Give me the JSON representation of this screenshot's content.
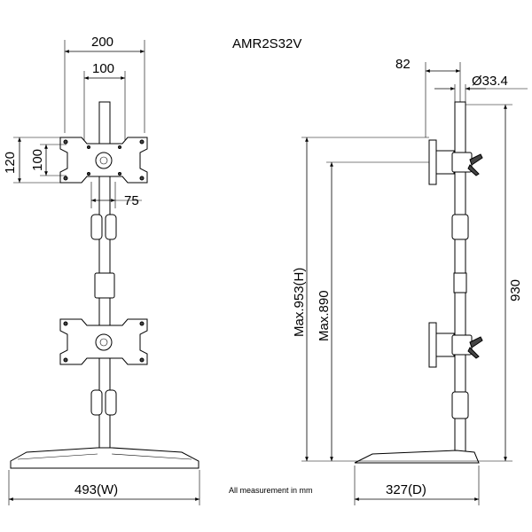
{
  "title": "AMR2S32V",
  "front_view": {
    "width_top": "200",
    "hole_spacing_h": "100",
    "plate_height": "120",
    "hole_spacing_v": "100",
    "small_spacing": "75",
    "base_width": "493(W)"
  },
  "side_view": {
    "offset": "82",
    "pole_diameter": "Ø33.4",
    "max_height": "Max.953(H)",
    "max_mount_height": "Max.890",
    "pole_height": "930",
    "base_depth": "327(D)"
  },
  "note": "All measurement in mm"
}
